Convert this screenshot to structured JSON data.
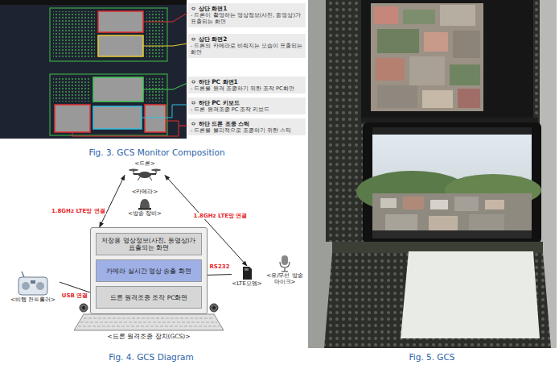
{
  "diagram": {
    "nodes": [
      {
        "text": [
          "ㅇ 상단 화면1",
          "- 드론이 촬영하는 영상정보(사진, 동영상)가 표출되는 화면"
        ]
      },
      {
        "text": [
          "ㅇ 상단 화면2",
          "- 드론의 카메라로 비춰지는 모습이 표출되는 화면"
        ]
      },
      {
        "text": [
          "ㅇ 하단 PC 화면1",
          "- 드론을 원격 조종하기 위한 조작 PC화면"
        ]
      },
      {
        "text": [
          "ㅇ 하단 PC 키보드",
          "- 드론 원격조종 PC 조작 키보드"
        ]
      },
      {
        "text": [
          "ㅇ 하단 드론 조종 스틱",
          "- 드론을 물리적으로 조종하기 위한 스틱"
        ]
      },
      {
        "text": [
          "<드론>"
        ]
      },
      {
        "text": [
          "<카메라>"
        ]
      },
      {
        "text": [
          "<방송 장비>"
        ]
      },
      {
        "text": [
          "<비행 컨트롤러>"
        ]
      },
      {
        "text": [
          "<드론 원격조종 장치(GCS)>"
        ]
      },
      {
        "text": [
          "저장용 영상정보(사진, 동영상)가 표출되는 화면"
        ],
        "in": 9
      },
      {
        "text": [
          "카메라 실시간 영상 송출 화면"
        ],
        "in": 9
      },
      {
        "text": [
          "드론 원격조종 조작 PC화면"
        ],
        "in": 9
      },
      {
        "text": [
          "<LTE모뎀>"
        ]
      },
      {
        "text": [
          "<유/무선 방송 마이크>"
        ]
      }
    ],
    "edges": [
      {
        "from": 5,
        "to": 9,
        "label": "1.8GHz LTE망 연결",
        "arrow": "both"
      },
      {
        "from": 5,
        "to": 13,
        "label": "1.8GHz LTE망 연결",
        "arrow": "both"
      },
      {
        "from": 8,
        "to": 9,
        "label": "USB 연결",
        "arrow": "none"
      },
      {
        "from": 13,
        "to": 9,
        "label": "RS232",
        "arrow": "none"
      }
    ],
    "labels": [
      "Fig. 3. GCS Monitor Composition",
      "Fig. 4. GCS Diagram",
      "Fig. 5. GCS"
    ]
  }
}
